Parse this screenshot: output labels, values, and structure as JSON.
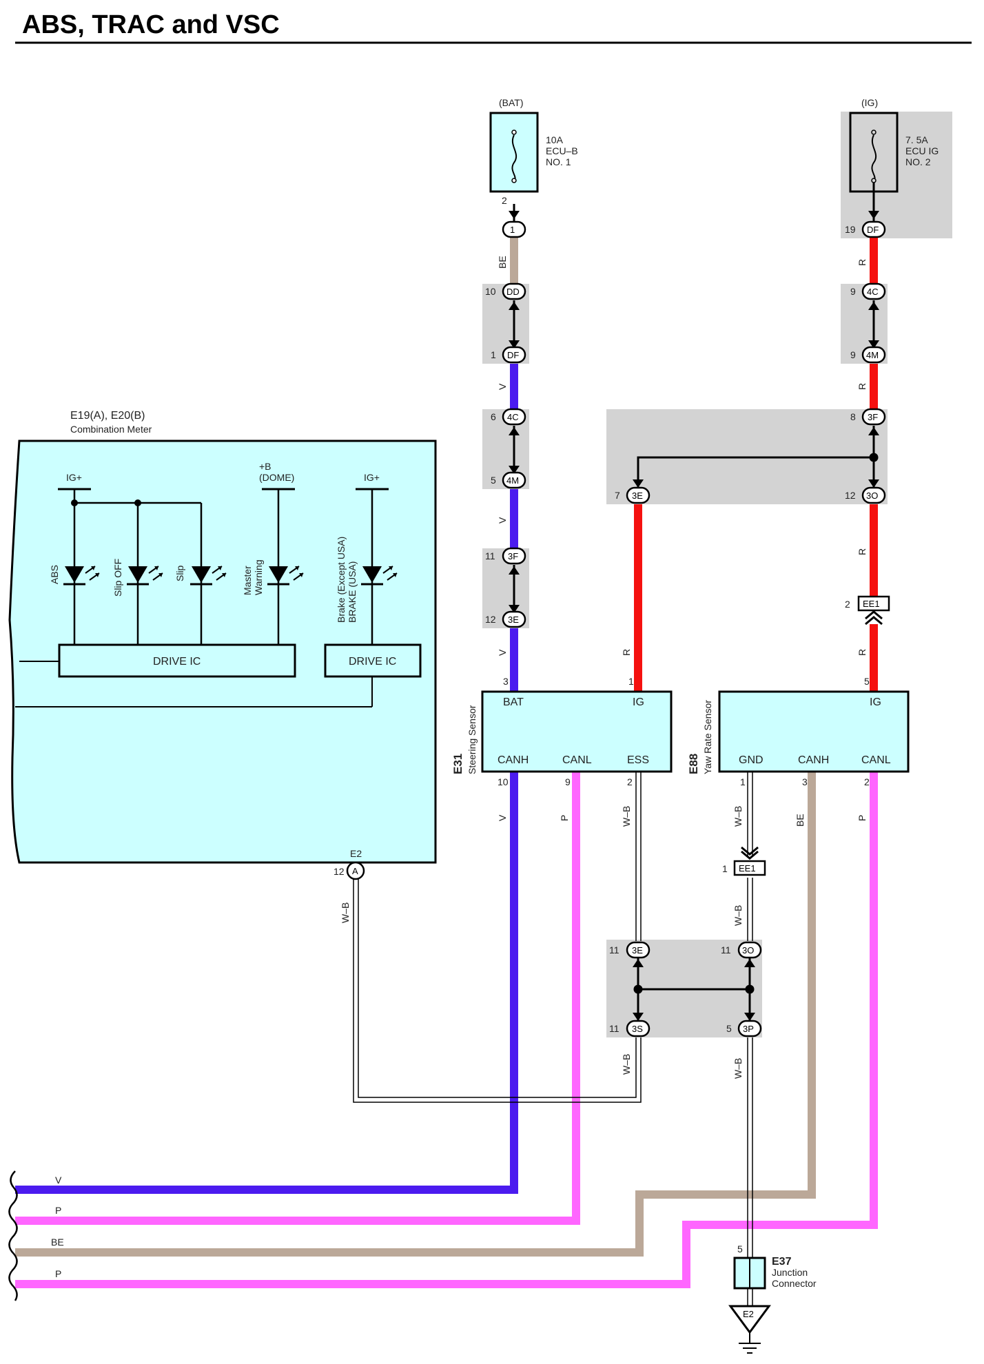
{
  "title": "ABS, TRAC and VSC",
  "bat_fuse": {
    "source": "(BAT)",
    "rating": "10A",
    "name": "ECU–B",
    "num": "NO. 1",
    "pin": "2"
  },
  "ig_fuse": {
    "source": "(IG)",
    "rating": "7. 5A",
    "name": "ECU IG",
    "num": "NO. 2"
  },
  "connectors": {
    "c1": {
      "pin": "",
      "id": "1"
    },
    "dd": {
      "pin": "10",
      "id": "DD"
    },
    "df_l": {
      "pin": "1",
      "id": "DF"
    },
    "c4c_l": {
      "pin": "6",
      "id": "4C"
    },
    "c4m_l": {
      "pin": "5",
      "id": "4M"
    },
    "c3f_l": {
      "pin": "11",
      "id": "3F"
    },
    "c3e_l": {
      "pin": "12",
      "id": "3E"
    },
    "df_r": {
      "pin": "19",
      "id": "DF"
    },
    "c4c_r": {
      "pin": "9",
      "id": "4C"
    },
    "c4m_r": {
      "pin": "9",
      "id": "4M"
    },
    "c3f_r": {
      "pin": "8",
      "id": "3F"
    },
    "c3e_m": {
      "pin": "7",
      "id": "3E"
    },
    "c3o_r": {
      "pin": "12",
      "id": "3O"
    },
    "ee1_top": {
      "pin": "2",
      "id": "EE1"
    },
    "ee1_bot": {
      "pin": "1",
      "id": "EE1"
    },
    "c3e_low": {
      "pin": "11",
      "id": "3E"
    },
    "c3o_low": {
      "pin": "11",
      "id": "3O"
    },
    "c3s": {
      "pin": "11",
      "id": "3S"
    },
    "c3p": {
      "pin": "5",
      "id": "3P"
    },
    "ca": {
      "pin": "12",
      "id": "A"
    }
  },
  "wire_colors": {
    "be": "BE",
    "v": "V",
    "r": "R",
    "p": "P",
    "wb": "W–B"
  },
  "meter": {
    "id": "E19(A), E20(B)",
    "name": "Combination Meter",
    "ig1": "IG+",
    "dome_top": "+B",
    "dome_bot": "(DOME)",
    "ig2": "IG+",
    "led_abs": "ABS",
    "led_slipoff": "Slip OFF",
    "led_slip": "Slip",
    "led_master1": "Master",
    "led_master2": "Warning",
    "led_brake1": "Brake (Except USA)",
    "led_brake2": "BRAKE (USA)",
    "drive1": "DRIVE IC",
    "drive2": "DRIVE IC",
    "e2": "E2"
  },
  "steering": {
    "id": "E31",
    "name": "Steering Sensor",
    "bat": "BAT",
    "ig": "IG",
    "canh": "CANH",
    "canl": "CANL",
    "ess": "ESS",
    "p_bat": "3",
    "p_ig": "1",
    "p_canh": "10",
    "p_canl": "9",
    "p_ess": "2"
  },
  "yaw": {
    "id": "E88",
    "name": "Yaw Rate Sensor",
    "ig": "IG",
    "gnd": "GND",
    "canh": "CANH",
    "canl": "CANL",
    "p_ig": "5",
    "p_gnd": "1",
    "p_canh": "3",
    "p_canl": "2"
  },
  "junction": {
    "id": "E37",
    "name1": "Junction",
    "name2": "Connector",
    "pin": "5",
    "ground": "E2"
  },
  "bus": {
    "l1": "V",
    "l2": "P",
    "l3": "BE",
    "l4": "P"
  },
  "colors": {
    "violet": "#4B1BEF",
    "red": "#F5110F",
    "pink": "#FF66FF",
    "beige": "#BBA898",
    "panel": "#CCFFFF",
    "shade": "#D3D3D3"
  }
}
